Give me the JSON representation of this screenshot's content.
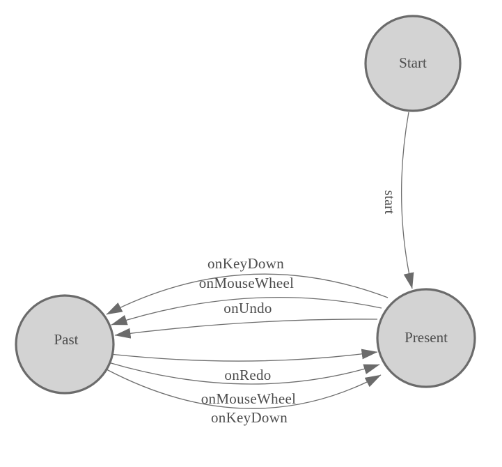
{
  "diagram": {
    "kind": "finite-state-machine",
    "colors": {
      "node_fill": "#d3d3d3",
      "node_border": "#6b6b6b",
      "edge_stroke": "#6e6e6e",
      "arrow_fill": "#6b6b6b",
      "text_color": "#4d4d4d",
      "background": "#ffffff"
    },
    "nodes": [
      {
        "id": "start",
        "label": "Start"
      },
      {
        "id": "present",
        "label": "Present"
      },
      {
        "id": "past",
        "label": "Past"
      }
    ],
    "edges": [
      {
        "from": "Start",
        "to": "Present",
        "label": "start"
      },
      {
        "from": "Present",
        "to": "Past",
        "label": "onKeyDown"
      },
      {
        "from": "Present",
        "to": "Past",
        "label": "onMouseWheel"
      },
      {
        "from": "Present",
        "to": "Past",
        "label": "onUndo"
      },
      {
        "from": "Past",
        "to": "Present",
        "label": "onRedo"
      },
      {
        "from": "Past",
        "to": "Present",
        "label": "onMouseWheel"
      },
      {
        "from": "Past",
        "to": "Present",
        "label": "onKeyDown"
      }
    ]
  }
}
